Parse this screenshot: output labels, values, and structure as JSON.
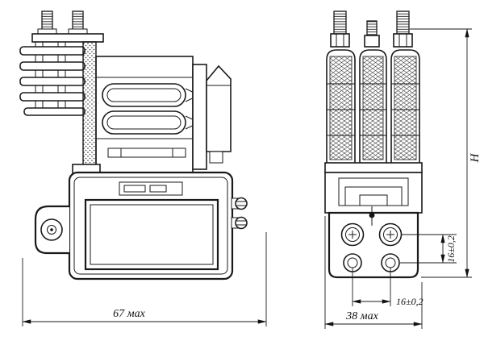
{
  "colors": {
    "line": "#1a1a1a",
    "background": "#ffffff"
  },
  "drawing": {
    "side_view": {
      "width_dim": "67 мах"
    },
    "front_view": {
      "width_dim": "38 мах",
      "height_dim": "H",
      "pitch_vertical_dim": "16±0,2",
      "pitch_horizontal_dim": "16±0,2"
    }
  }
}
